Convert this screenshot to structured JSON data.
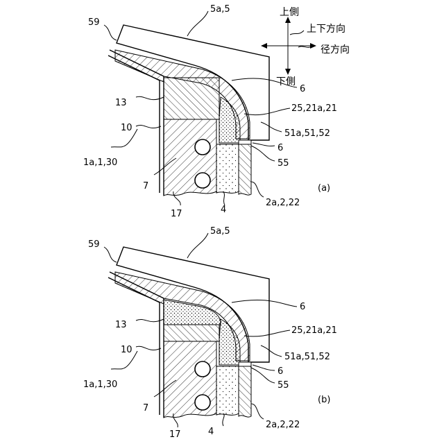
{
  "directions": {
    "up": "上側",
    "down": "下側",
    "updown": "上下方向",
    "radial": "径方向"
  },
  "figure_a": {
    "caption": "(a)",
    "labels": {
      "l59": "59",
      "l5a5": "5a,5",
      "l13": "13",
      "l10": "10",
      "l1a": "1a,1,30",
      "l7": "7",
      "l17": "17",
      "l4": "4",
      "l2a": "2a,2,22",
      "l55": "55",
      "l6b": "6",
      "l51a": "51a,51,52",
      "l25": "25,21a,21",
      "l6t": "6"
    }
  },
  "figure_b": {
    "caption": "(b)",
    "labels": {
      "l59": "59",
      "l5a5": "5a,5",
      "l13": "13",
      "l10": "10",
      "l1a": "1a,1,30",
      "l7": "7",
      "l17": "17",
      "l4": "4",
      "l2a": "2a,2,22",
      "l55": "55",
      "l6b": "6",
      "l51a": "51a,51,52",
      "l25": "25,21a,21",
      "l6t": "6"
    }
  }
}
